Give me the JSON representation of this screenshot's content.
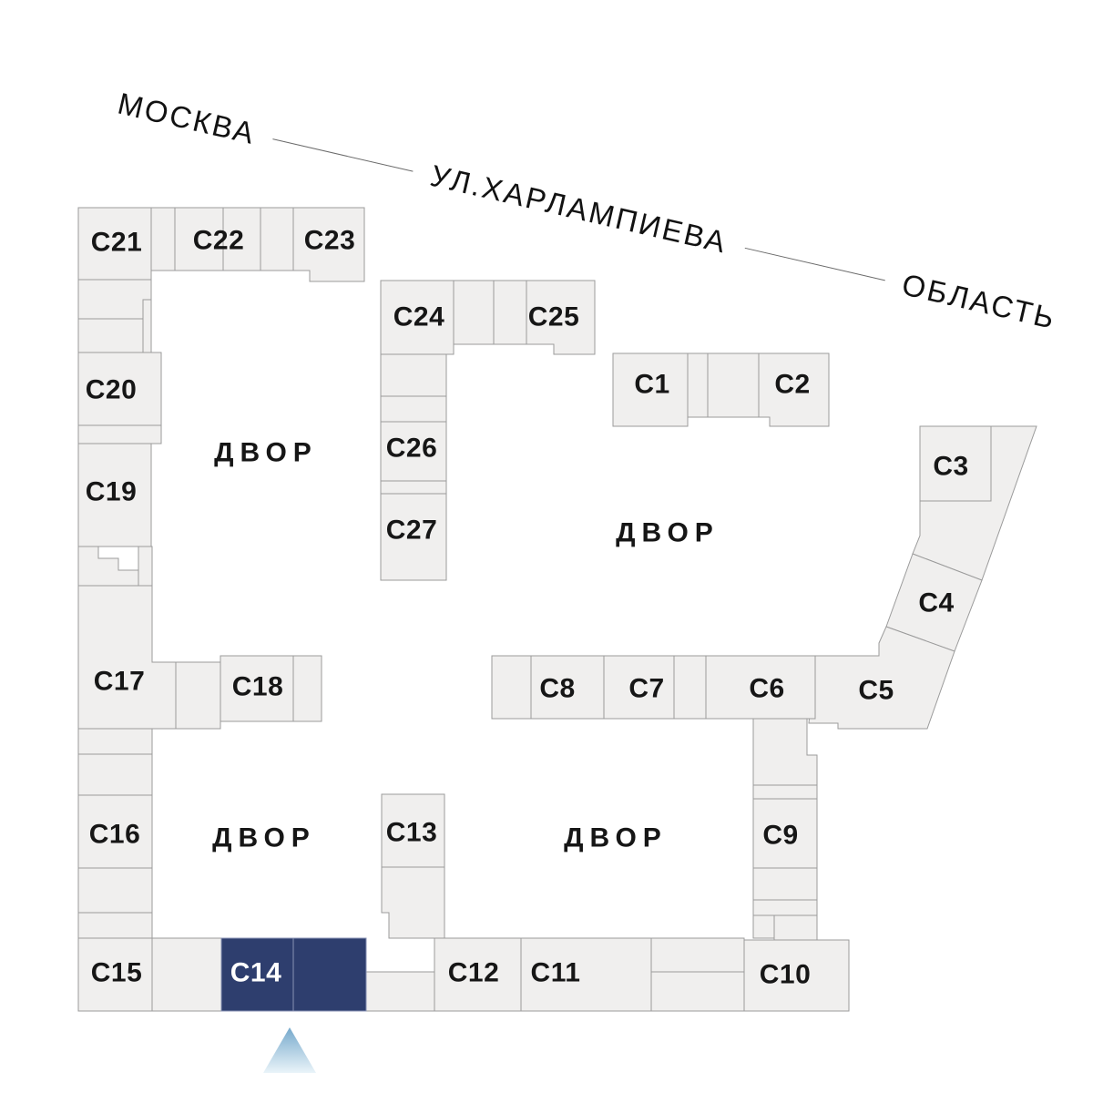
{
  "plan": {
    "street": {
      "left_label": "МОСКВА",
      "street_name": "УЛ.ХАРЛАМПИЕВА",
      "right_label": "ОБЛАСТЬ"
    },
    "courtyards": [
      {
        "label": "ДВОР"
      },
      {
        "label": "ДВОР"
      },
      {
        "label": "ДВОР"
      },
      {
        "label": "ДВОР"
      }
    ],
    "selected_building": "С14",
    "buildings": [
      {
        "id": "C1",
        "label": "С1",
        "selected": false
      },
      {
        "id": "C2",
        "label": "С2",
        "selected": false
      },
      {
        "id": "C3",
        "label": "С3",
        "selected": false
      },
      {
        "id": "C4",
        "label": "С4",
        "selected": false
      },
      {
        "id": "C5",
        "label": "С5",
        "selected": false
      },
      {
        "id": "C6",
        "label": "С6",
        "selected": false
      },
      {
        "id": "C7",
        "label": "С7",
        "selected": false
      },
      {
        "id": "C8",
        "label": "С8",
        "selected": false
      },
      {
        "id": "C9",
        "label": "С9",
        "selected": false
      },
      {
        "id": "C10",
        "label": "С10",
        "selected": false
      },
      {
        "id": "C11",
        "label": "С11",
        "selected": false
      },
      {
        "id": "C12",
        "label": "С12",
        "selected": false
      },
      {
        "id": "C13",
        "label": "С13",
        "selected": false
      },
      {
        "id": "C14",
        "label": "С14",
        "selected": true
      },
      {
        "id": "C15",
        "label": "С15",
        "selected": false
      },
      {
        "id": "C16",
        "label": "С16",
        "selected": false
      },
      {
        "id": "C17",
        "label": "С17",
        "selected": false
      },
      {
        "id": "C18",
        "label": "С18",
        "selected": false
      },
      {
        "id": "C19",
        "label": "С19",
        "selected": false
      },
      {
        "id": "C20",
        "label": "С20",
        "selected": false
      },
      {
        "id": "C21",
        "label": "С21",
        "selected": false
      },
      {
        "id": "C22",
        "label": "С22",
        "selected": false
      },
      {
        "id": "C23",
        "label": "С23",
        "selected": false
      },
      {
        "id": "C24",
        "label": "С24",
        "selected": false
      },
      {
        "id": "C25",
        "label": "С25",
        "selected": false
      },
      {
        "id": "C26",
        "label": "С26",
        "selected": false
      },
      {
        "id": "C27",
        "label": "С27",
        "selected": false
      }
    ],
    "colors": {
      "block_fill": "#f0efee",
      "block_border": "#9b9b9b",
      "selected_fill": "#2e3e6e",
      "selected_border": "#8892b4",
      "label_color": "#161616",
      "selected_label_color": "#ffffff",
      "marker_top": "#76a9cc",
      "marker_bottom": "#eaf4f9"
    }
  }
}
